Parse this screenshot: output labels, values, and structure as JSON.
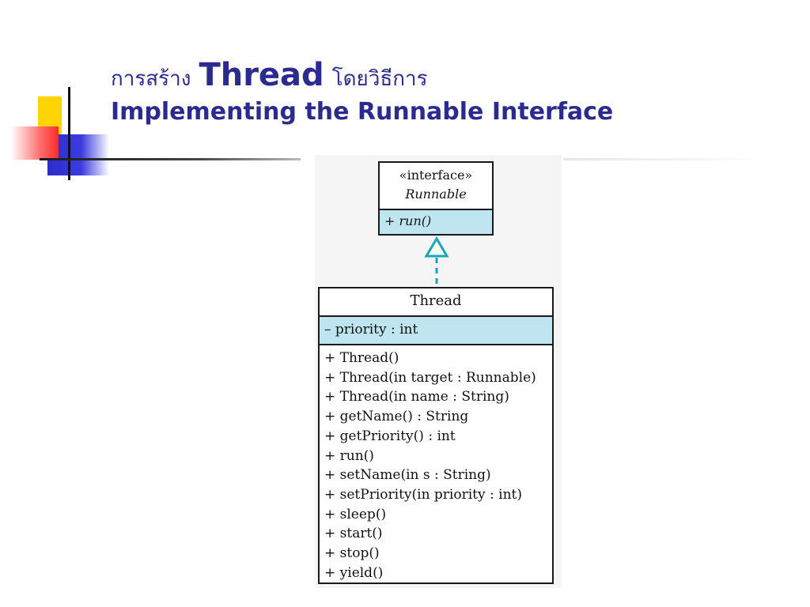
{
  "title": {
    "thai_prefix": "การสร้าง",
    "thread_word": "Thread",
    "thai_suffix": "โดยวิธีการ",
    "subtitle": "Implementing the Runnable Interface"
  },
  "colors": {
    "title": "#2b2a8f",
    "uml_highlight": "#bfe6f0",
    "arrow": "#1aa6b7"
  },
  "diagram": {
    "interface": {
      "stereotype": "«interface»",
      "name": "Runnable",
      "operations": [
        "+ run()"
      ]
    },
    "class": {
      "name": "Thread",
      "attributes": [
        "– priority : int"
      ],
      "operations": [
        "+ Thread()",
        "+ Thread(in target : Runnable)",
        "+ Thread(in name : String)",
        "+ getName() : String",
        "+ getPriority() : int",
        "+ run()",
        "+ setName(in s : String)",
        "+ setPriority(in priority : int)",
        "+ sleep()",
        "+ start()",
        "+ stop()",
        "+ yield()"
      ]
    },
    "relationship": "realization"
  }
}
